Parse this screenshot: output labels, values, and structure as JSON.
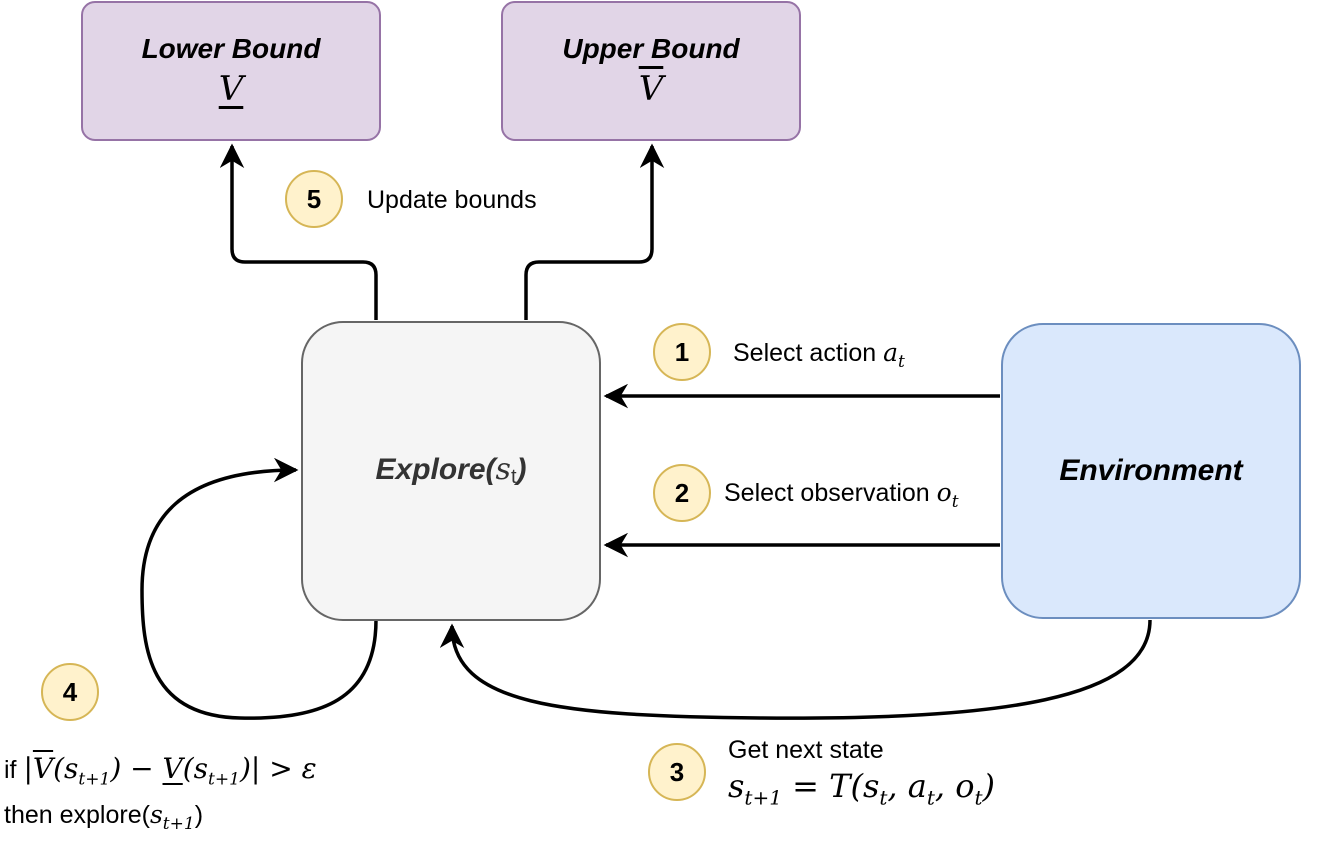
{
  "nodes": {
    "lower_bound": {
      "title": "Lower Bound",
      "symbol": "V"
    },
    "upper_bound": {
      "title": "Upper Bound",
      "symbol": "V"
    },
    "explore": {
      "label": "Explore(",
      "arg": "s",
      "arg_sub": "t",
      "close": ")"
    },
    "environment": {
      "label": "Environment"
    }
  },
  "steps": [
    {
      "number": "1",
      "text": "Select action ",
      "math": "a",
      "sub": "t"
    },
    {
      "number": "2",
      "text": "Select observation ",
      "math": "o",
      "sub": "t"
    },
    {
      "number": "3",
      "text": "Get next state",
      "formula": "s",
      "formula_sub": "t+1",
      "formula_rest": " = T(s",
      "formula_rest_sub": "t",
      "formula_mid": ", a",
      "formula_mid_sub": "t",
      "formula_end": ", o",
      "formula_end_sub": "t",
      "formula_close": ")"
    },
    {
      "number": "4",
      "cond_prefix": "if ",
      "cond_open": "|",
      "cond_v1": "V",
      "cond_s1": "(s",
      "cond_s1_sub": "t+1",
      "cond_minus": ") − ",
      "cond_v2": "V",
      "cond_s2": "(s",
      "cond_s2_sub": "t+1",
      "cond_close": ")| > ε",
      "then_text": "then explore(",
      "then_math": "s",
      "then_sub": "t+1",
      "then_close": ")"
    },
    {
      "number": "5",
      "text": "Update bounds"
    }
  ],
  "colors": {
    "bound_fill": "#e1d5e7",
    "bound_stroke": "#9673a6",
    "explore_fill": "#f5f5f5",
    "explore_stroke": "#666666",
    "env_fill": "#dae8fc",
    "env_stroke": "#6c8ebf",
    "badge_fill": "#fff2cc",
    "badge_stroke": "#d6b656",
    "edge": "#000000"
  }
}
